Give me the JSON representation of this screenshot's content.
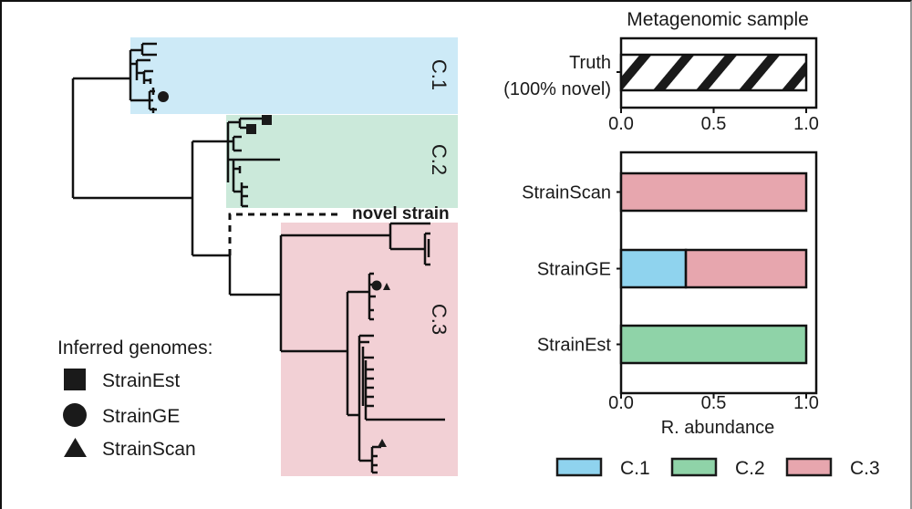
{
  "figure": {
    "tree": {
      "clades": [
        {
          "id": "C.1",
          "label": "C.1",
          "color": "#cdeaf7"
        },
        {
          "id": "C.2",
          "label": "C.2",
          "color": "#cbe9da"
        },
        {
          "id": "C.3",
          "label": "C.3",
          "color": "#f2d0d5"
        }
      ],
      "novel_strain_label": "novel strain",
      "legend_title": "Inferred genomes:",
      "legend_items": [
        {
          "shape": "square",
          "label": "StrainEst"
        },
        {
          "shape": "circle",
          "label": "StrainGE"
        },
        {
          "shape": "triangle",
          "label": "StrainScan"
        }
      ],
      "markers": [
        {
          "clade": "C.1",
          "shapes": [
            "circle"
          ]
        },
        {
          "clade": "C.2",
          "shapes": [
            "square",
            "square"
          ]
        },
        {
          "clade": "C.3",
          "shapes": [
            "circle",
            "triangle"
          ]
        },
        {
          "clade": "C.3",
          "shapes": [
            "triangle"
          ]
        }
      ]
    }
  },
  "chart_data": [
    {
      "type": "bar",
      "orientation": "horizontal",
      "title": "Metagenomic sample",
      "categories": [
        "Truth (100% novel)"
      ],
      "category_lines": [
        [
          "Truth",
          "(100% novel)"
        ]
      ],
      "series": [
        {
          "name": "novel",
          "pattern": "hatched",
          "values": [
            1.0
          ]
        }
      ],
      "xlabel": "",
      "ylabel": "",
      "xlim": [
        0,
        1.05
      ],
      "xticks": [
        0.0,
        0.5,
        1.0
      ],
      "xtick_labels": [
        "0.0",
        "0.5",
        "1.0"
      ],
      "grid": false
    },
    {
      "type": "bar",
      "orientation": "horizontal",
      "stacked": true,
      "title": "",
      "categories": [
        "StrainScan",
        "StrainGE",
        "StrainEst"
      ],
      "series": [
        {
          "name": "C.1",
          "color": "#8fd3ee",
          "values": [
            0.0,
            0.35,
            0.0
          ]
        },
        {
          "name": "C.2",
          "color": "#8fd3a8",
          "values": [
            0.0,
            0.0,
            1.0
          ]
        },
        {
          "name": "C.3",
          "color": "#e7a6ae",
          "values": [
            1.0,
            0.65,
            0.0
          ]
        }
      ],
      "xlabel": "R. abundance",
      "ylabel": "",
      "xlim": [
        0,
        1.05
      ],
      "xticks": [
        0.0,
        0.5,
        1.0
      ],
      "xtick_labels": [
        "0.0",
        "0.5",
        "1.0"
      ],
      "legend": {
        "placement": "bottom",
        "entries": [
          "C.1",
          "C.2",
          "C.3"
        ]
      },
      "grid": false
    }
  ]
}
